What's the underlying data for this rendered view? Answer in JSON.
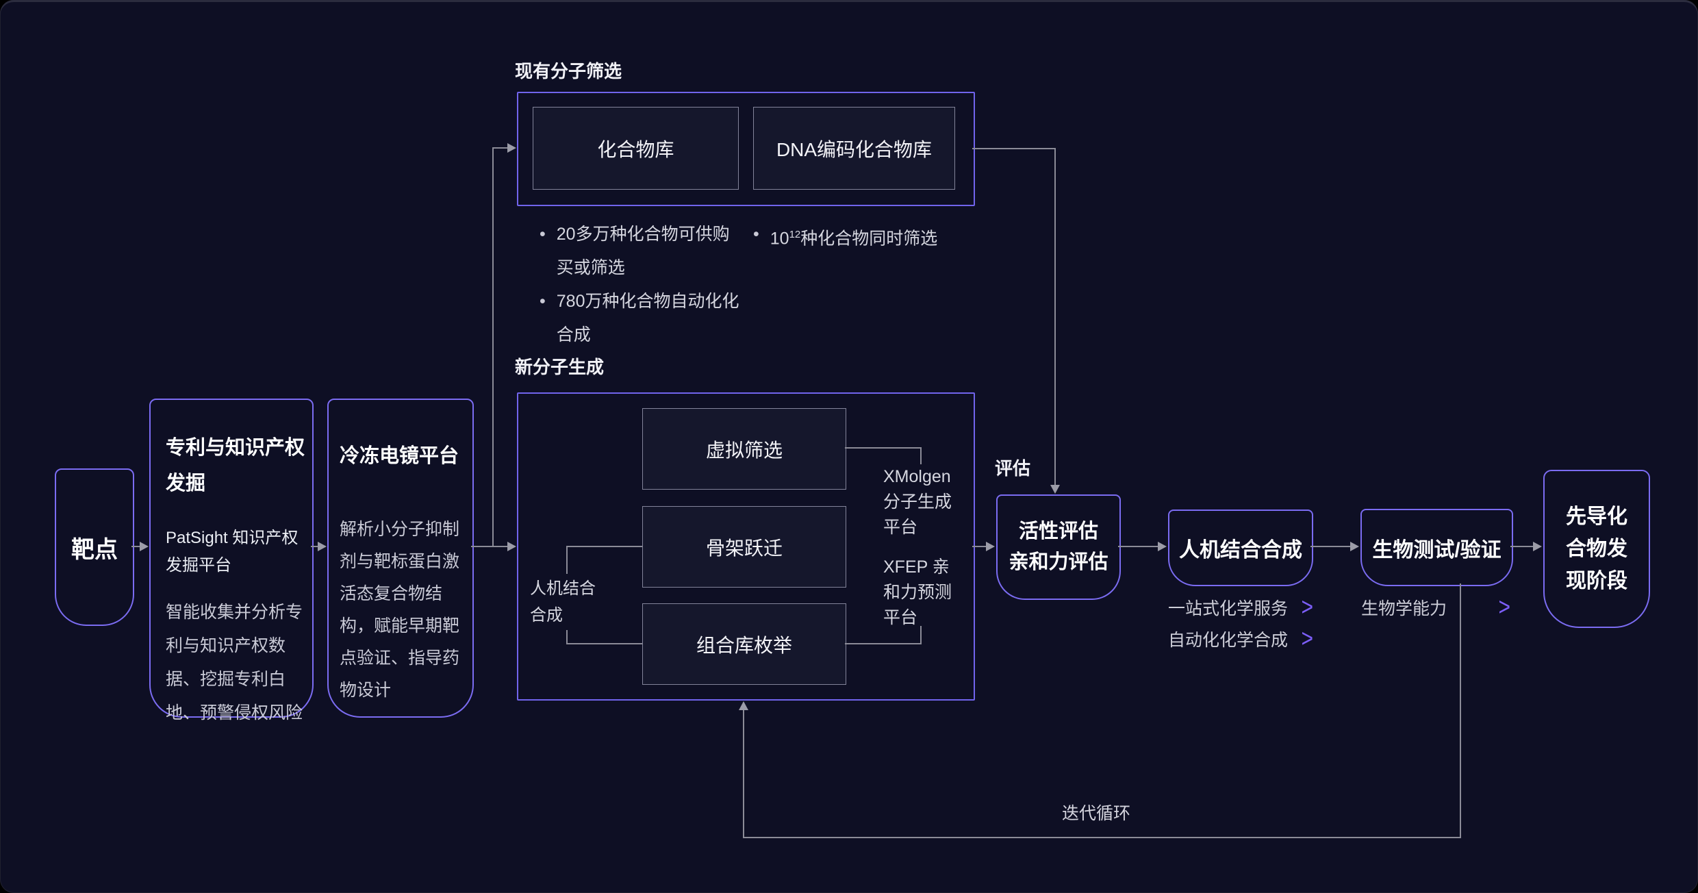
{
  "page": {
    "bg_color": "#0e0f24",
    "accent_purple": "#7b6cf2",
    "line_gray": "#8b8b97",
    "chevron_color": "#7c5ef8"
  },
  "icons": {
    "chevron_right": ">"
  },
  "sections": {
    "existing": {
      "label": "现有分子筛选",
      "boxes": [
        {
          "label": "化合物库"
        },
        {
          "label": "DNA编码化合物库"
        }
      ],
      "bullets_left": [
        "20多万种化合物可供购买或筛选",
        "780万种化合物自动化化合成"
      ],
      "bullet_right": {
        "base": "10",
        "sup": "12",
        "rest": "种化合物同时筛选"
      },
      "bullet_dot": "•"
    },
    "generation": {
      "label": "新分子生成",
      "boxes": [
        {
          "label": "虚拟筛选"
        },
        {
          "label": "骨架跃迁"
        },
        {
          "label": "组合库枚举"
        }
      ],
      "bracket_label": "人机结合\n合成",
      "xmolgen": "XMolgen\n分子生成\n平台",
      "xfep": "XFEP 亲\n和力预测\n平台"
    },
    "evaluate_label": "评估",
    "iteration_label": "迭代循环"
  },
  "stages": {
    "target": {
      "title": "靶点"
    },
    "patent": {
      "title": "专利与知识产权发掘",
      "subtitle": "PatSight 知识产权发掘平台",
      "body": "智能收集并分析专利与知识产权数据、挖掘专利白地、预警侵权风险"
    },
    "cryoem": {
      "title": "冷冻电镜平台",
      "body": "解析小分子抑制剂与靶标蛋白激活态复合物结构，赋能早期靶点验证、指导药物设计"
    },
    "activity": {
      "title": "活性评估\n亲和力评估"
    },
    "synthesis": {
      "title": "人机结合合成",
      "links": [
        {
          "label": "一站式化学服务"
        },
        {
          "label": "自动化化学合成"
        }
      ]
    },
    "biotest": {
      "title": "生物测试/验证",
      "links": [
        {
          "label": "生物学能力"
        }
      ]
    },
    "lead": {
      "title": "先导化\n合物发\n现阶段"
    }
  }
}
